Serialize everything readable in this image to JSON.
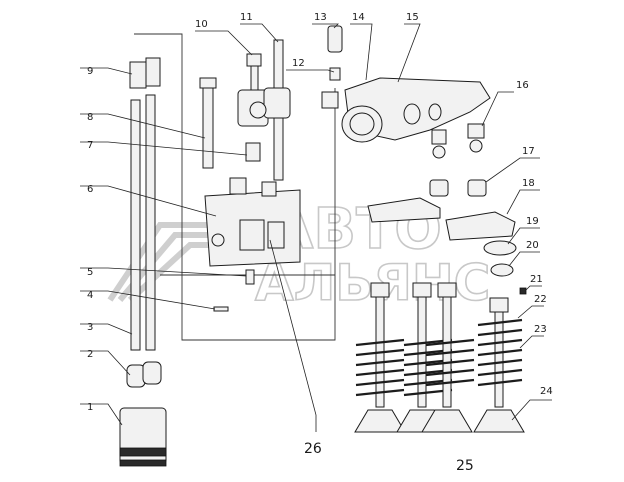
{
  "callouts": [
    "1",
    "2",
    "3",
    "4",
    "5",
    "6",
    "7",
    "8",
    "9",
    "10",
    "11",
    "12",
    "13",
    "14",
    "15",
    "16",
    "17",
    "18",
    "19",
    "20",
    "21",
    "22",
    "23",
    "24",
    "25",
    "26"
  ],
  "watermark": {
    "line1": "АВТО",
    "line2": "АЛЬЯНС"
  }
}
